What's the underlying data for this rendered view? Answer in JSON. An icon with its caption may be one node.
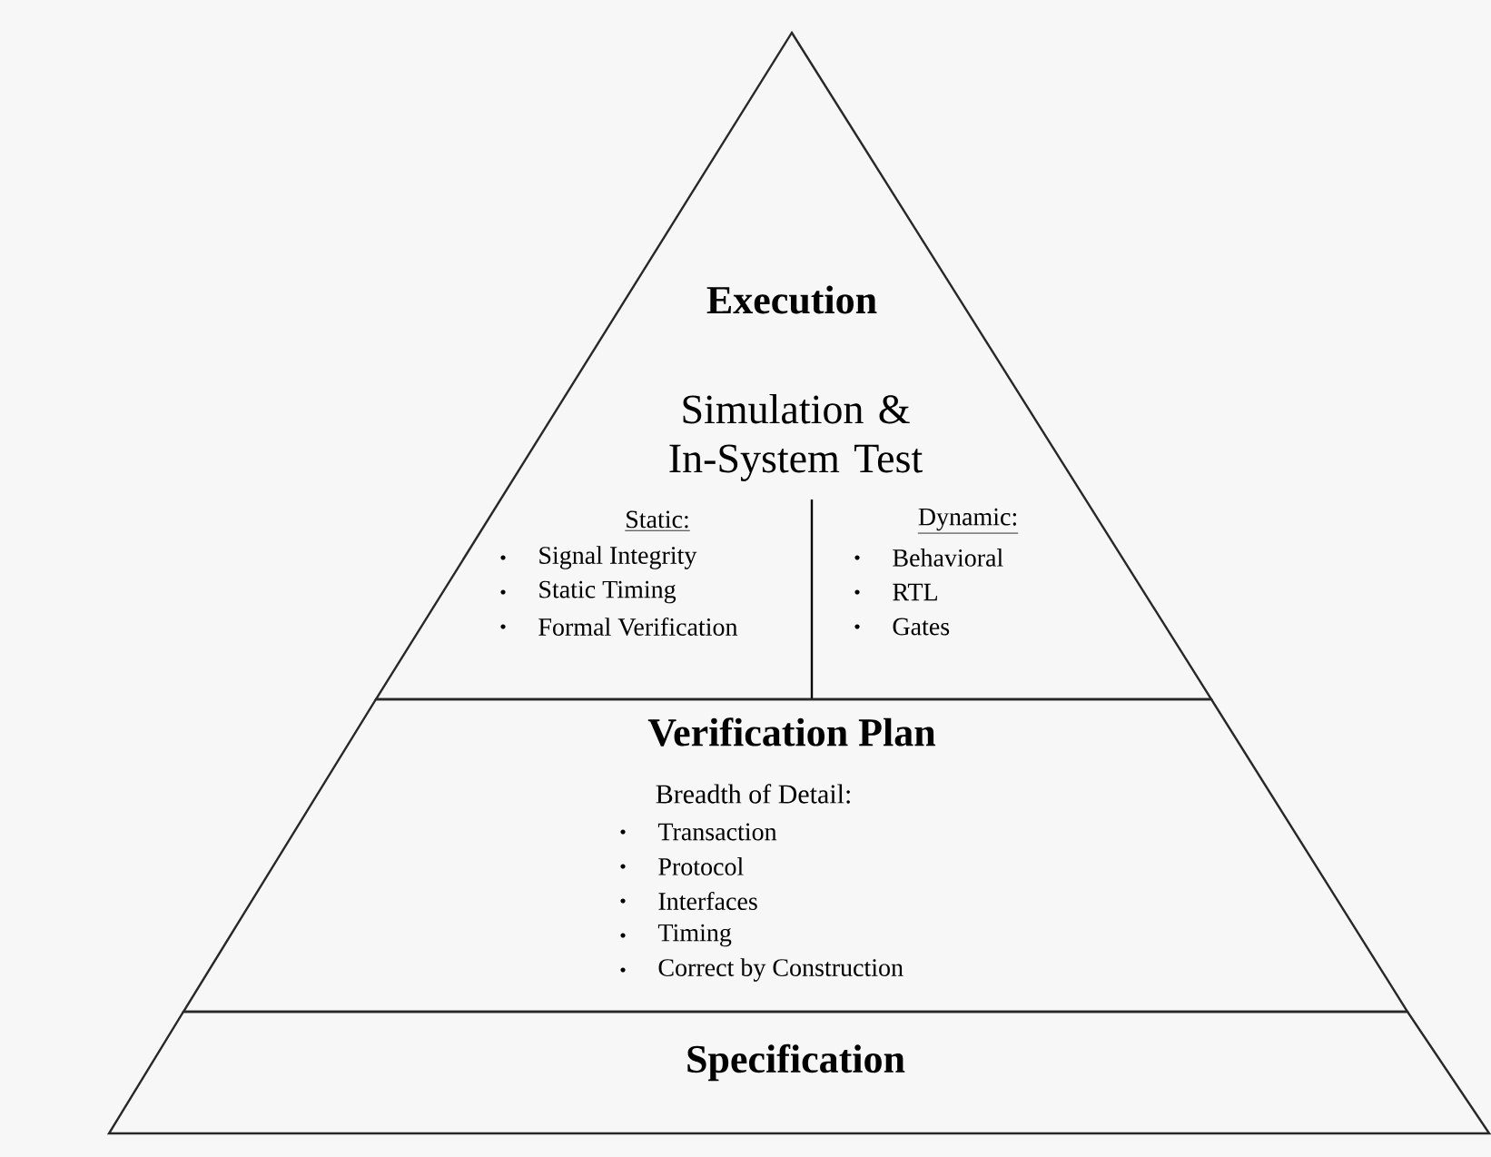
{
  "diagram": {
    "nodes": [
      {
        "text": [
          "Execution",
          "Simulation & In-System Test",
          "Static:",
          "Signal Integrity",
          "Static Timing",
          "Formal Verification",
          "Dynamic:",
          "Behavioral",
          "RTL",
          "Gates"
        ]
      },
      {
        "text": [
          "Verification Plan",
          "Breadth of Detail:",
          "Transaction",
          "Protocol",
          "Interfaces",
          "Timing",
          "Correct by Construction"
        ]
      },
      {
        "text": [
          "Specification"
        ]
      }
    ]
  }
}
